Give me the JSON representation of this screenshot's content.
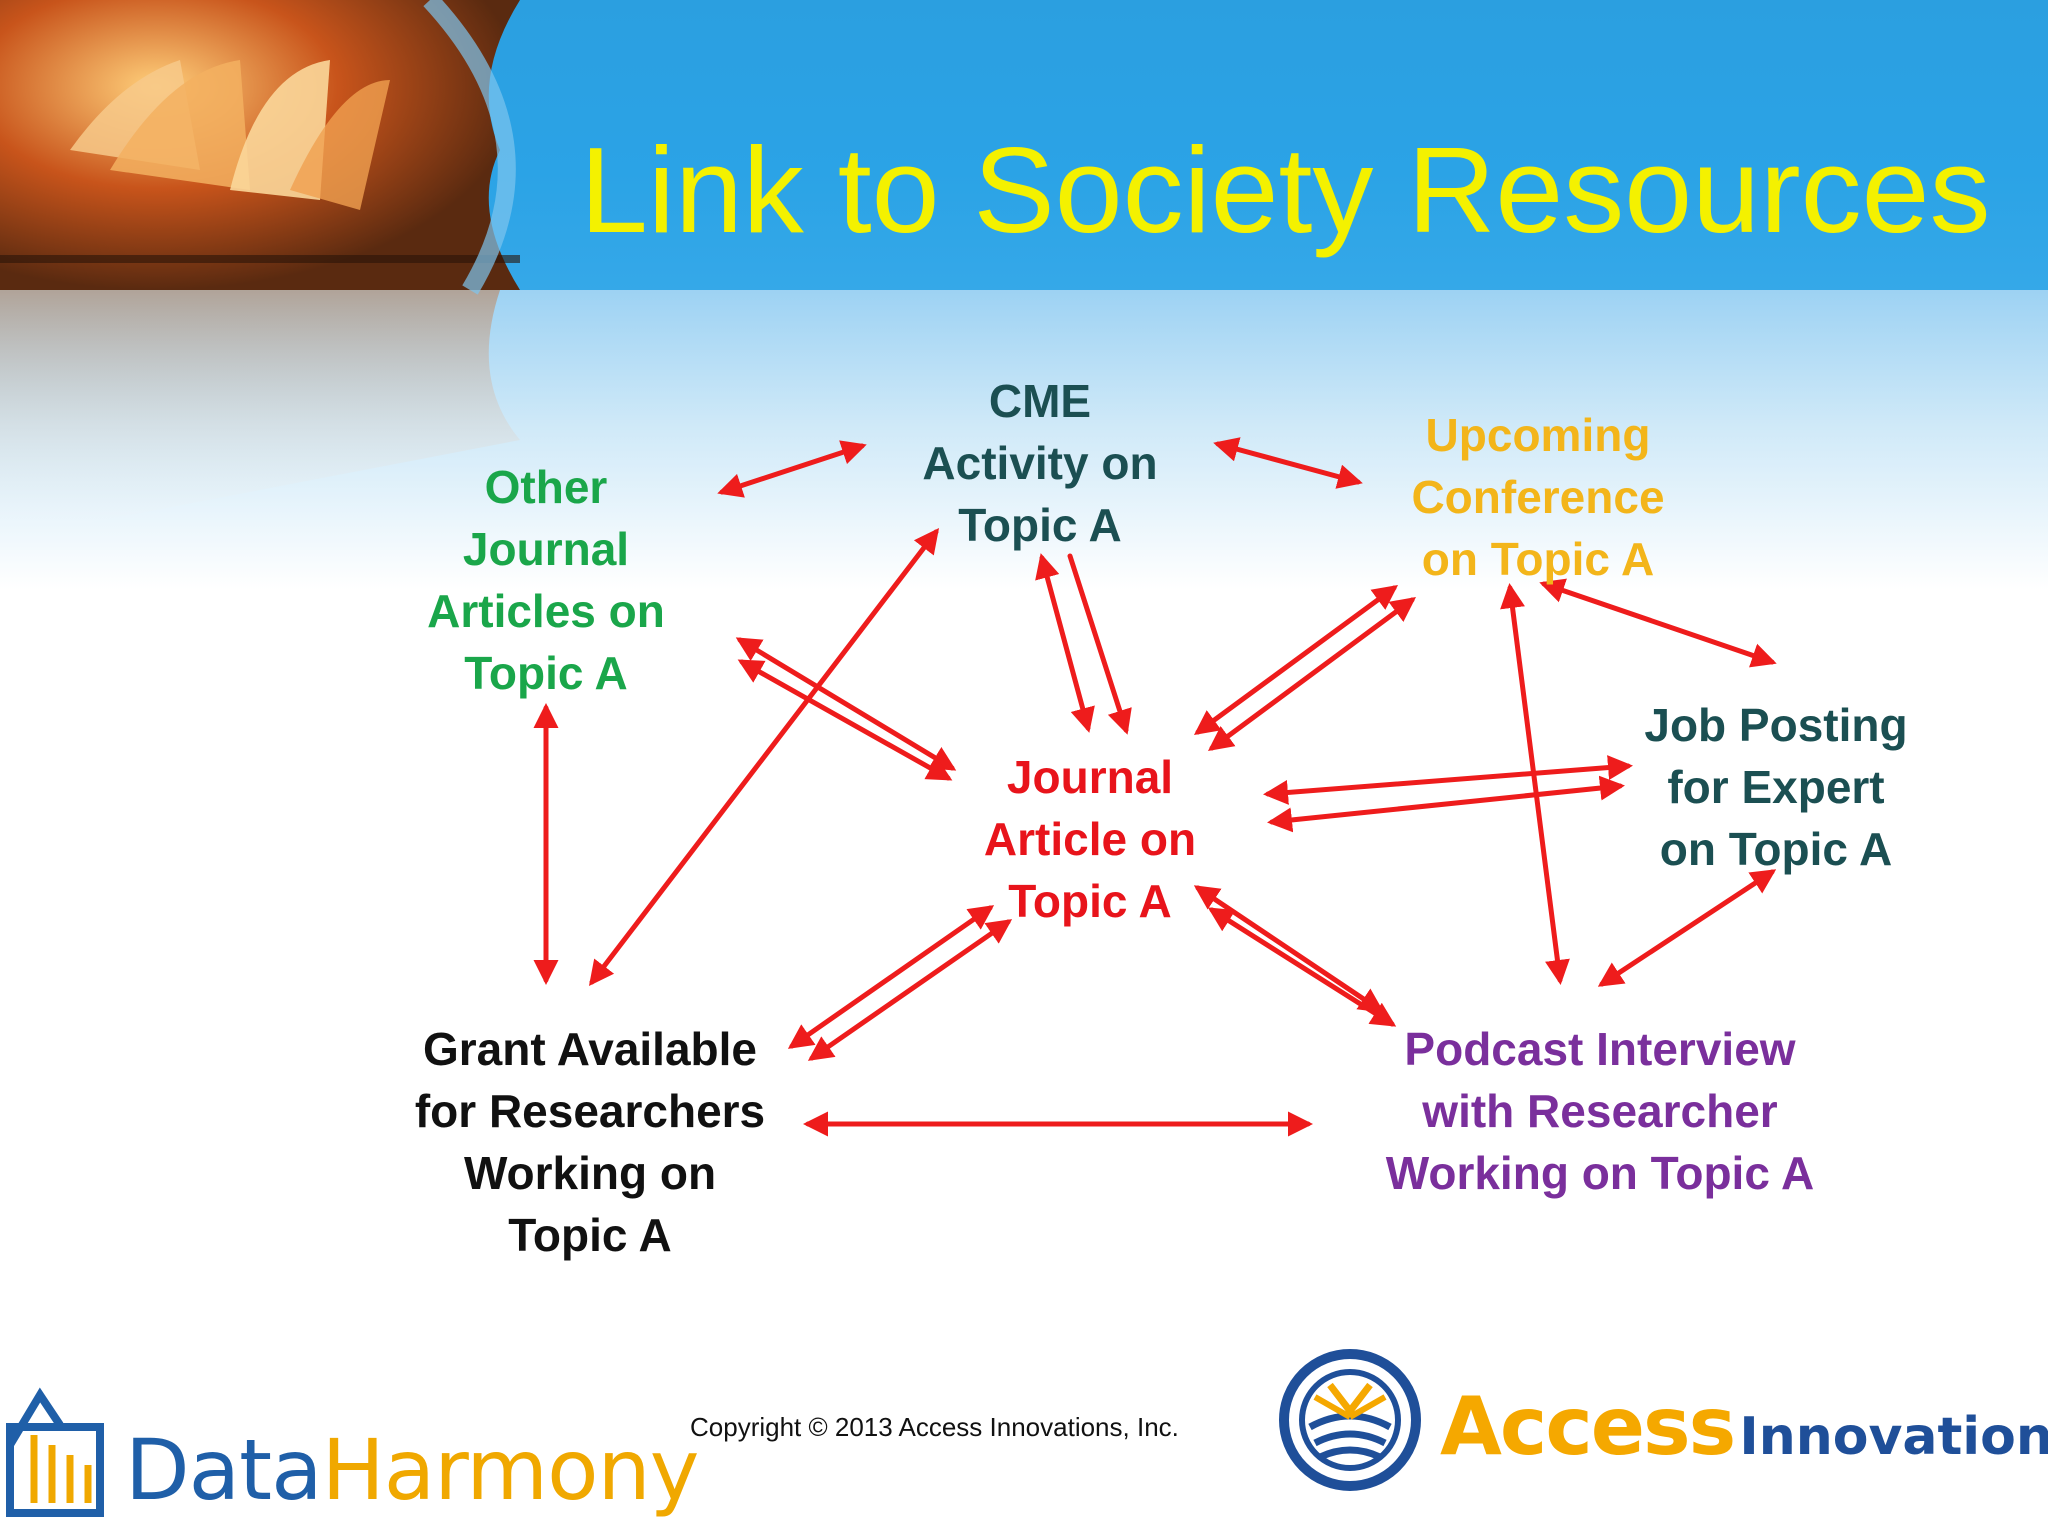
{
  "title": "Link to Society Resources",
  "nodes": {
    "cme": {
      "lines": [
        "CME",
        "Activity on",
        "Topic A"
      ],
      "color": "#1b4f52"
    },
    "other_articles": {
      "lines": [
        "Other",
        "Journal",
        "Articles on",
        "Topic A"
      ],
      "color": "#1aa64a"
    },
    "conference": {
      "lines": [
        "Upcoming",
        "Conference",
        "on Topic A"
      ],
      "color": "#f3b51a"
    },
    "journal_article": {
      "lines": [
        "Journal",
        "Article on",
        "Topic A"
      ],
      "color": "#e8141b"
    },
    "job_posting": {
      "lines": [
        "Job Posting",
        "for Expert",
        "on Topic A"
      ],
      "color": "#1b4f52"
    },
    "grant": {
      "lines": [
        "Grant Available",
        "for Researchers",
        "Working on",
        "Topic A"
      ],
      "color": "#111111"
    },
    "podcast": {
      "lines": [
        "Podcast Interview",
        "with Researcher",
        "Working on Topic A"
      ],
      "color": "#7a2f9c"
    }
  },
  "arrow_color": "#ee1c1c",
  "footer": {
    "copyright": "Copyright © 2013 Access Innovations, Inc.",
    "logo_left": {
      "word1": "Data",
      "word2": "Harmony"
    },
    "logo_right": {
      "word1": "Access",
      "word2": "Innovations"
    }
  }
}
